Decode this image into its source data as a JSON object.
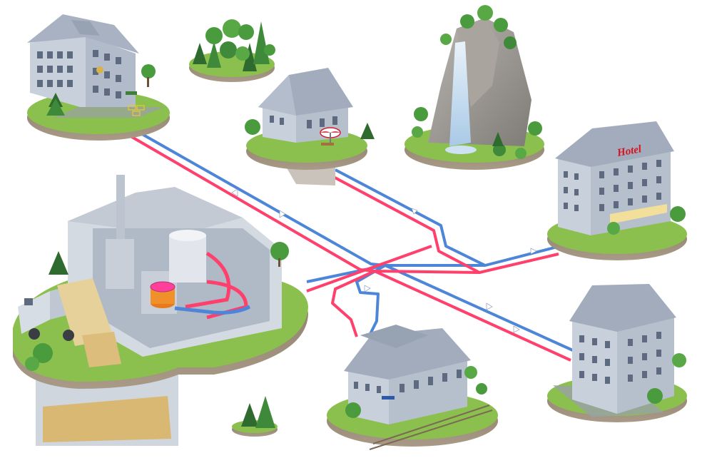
{
  "diagram": {
    "type": "district-heating-network",
    "pipe_colors": {
      "supply": "#ff3f6c",
      "return": "#4d86d8"
    },
    "grass_color": "#8cc04e",
    "building_color": "#c3ccd8",
    "roof_color": "#a9b3c1",
    "nodes": [
      {
        "id": "school",
        "kind": "building"
      },
      {
        "id": "forest",
        "kind": "nature"
      },
      {
        "id": "house",
        "kind": "building"
      },
      {
        "id": "waterfall-mountain",
        "kind": "nature"
      },
      {
        "id": "hotel",
        "kind": "building",
        "sign": "Hotel"
      },
      {
        "id": "biomass-heating-plant",
        "kind": "plant"
      },
      {
        "id": "apartment-building",
        "kind": "building"
      },
      {
        "id": "train-station",
        "kind": "building"
      },
      {
        "id": "small-trees",
        "kind": "nature"
      }
    ]
  }
}
